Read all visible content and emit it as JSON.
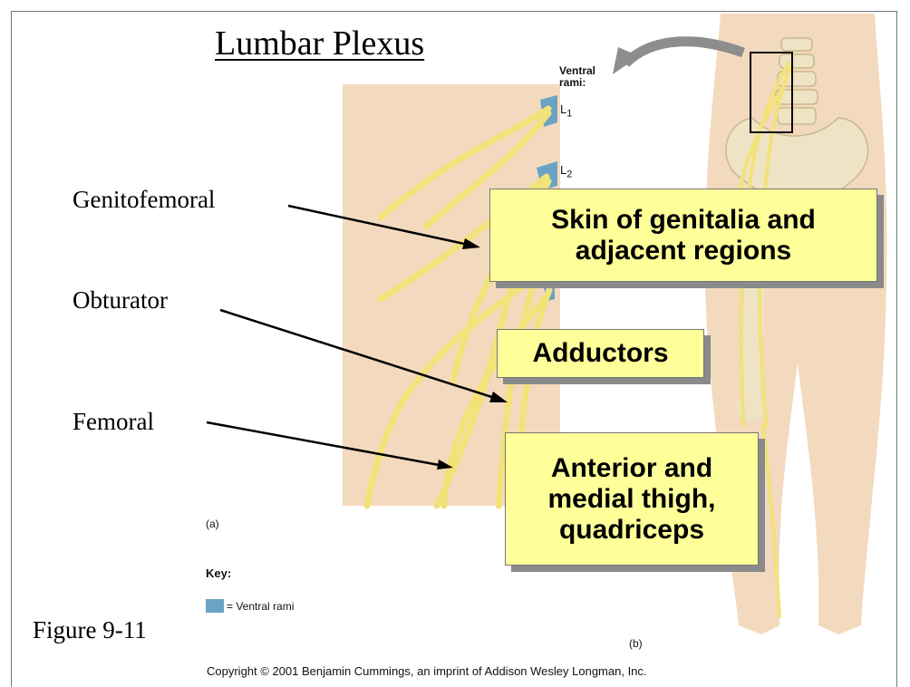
{
  "title": "Lumbar Plexus",
  "figure_label": "Figure 9-11",
  "nerves": {
    "genitofemoral": "Genitofemoral",
    "obturator": "Obturator",
    "femoral": "Femoral"
  },
  "callouts": {
    "genitofemoral_target": [
      "Skin of genitalia and",
      "adjacent regions"
    ],
    "obturator_target": [
      "Adductors"
    ],
    "femoral_target": [
      "Anterior and",
      "medial thigh,",
      "quadriceps"
    ]
  },
  "illustration": {
    "ventral_rami_label": [
      "Ventral",
      "rami:"
    ],
    "vertebra_labels": [
      "L1",
      "L2"
    ],
    "panel_a": "(a)",
    "panel_b": "(b)",
    "key_heading": "Key:",
    "key_item": "= Ventral rami"
  },
  "copyright": "Copyright © 2001 Benjamin Cummings, an imprint of Addison Wesley Longman, Inc.",
  "colors": {
    "callout_fill": "#ffff99",
    "skin": "#f3d9be",
    "nerve": "#f2e27a",
    "ventral_rami": "#6aa3c4"
  }
}
